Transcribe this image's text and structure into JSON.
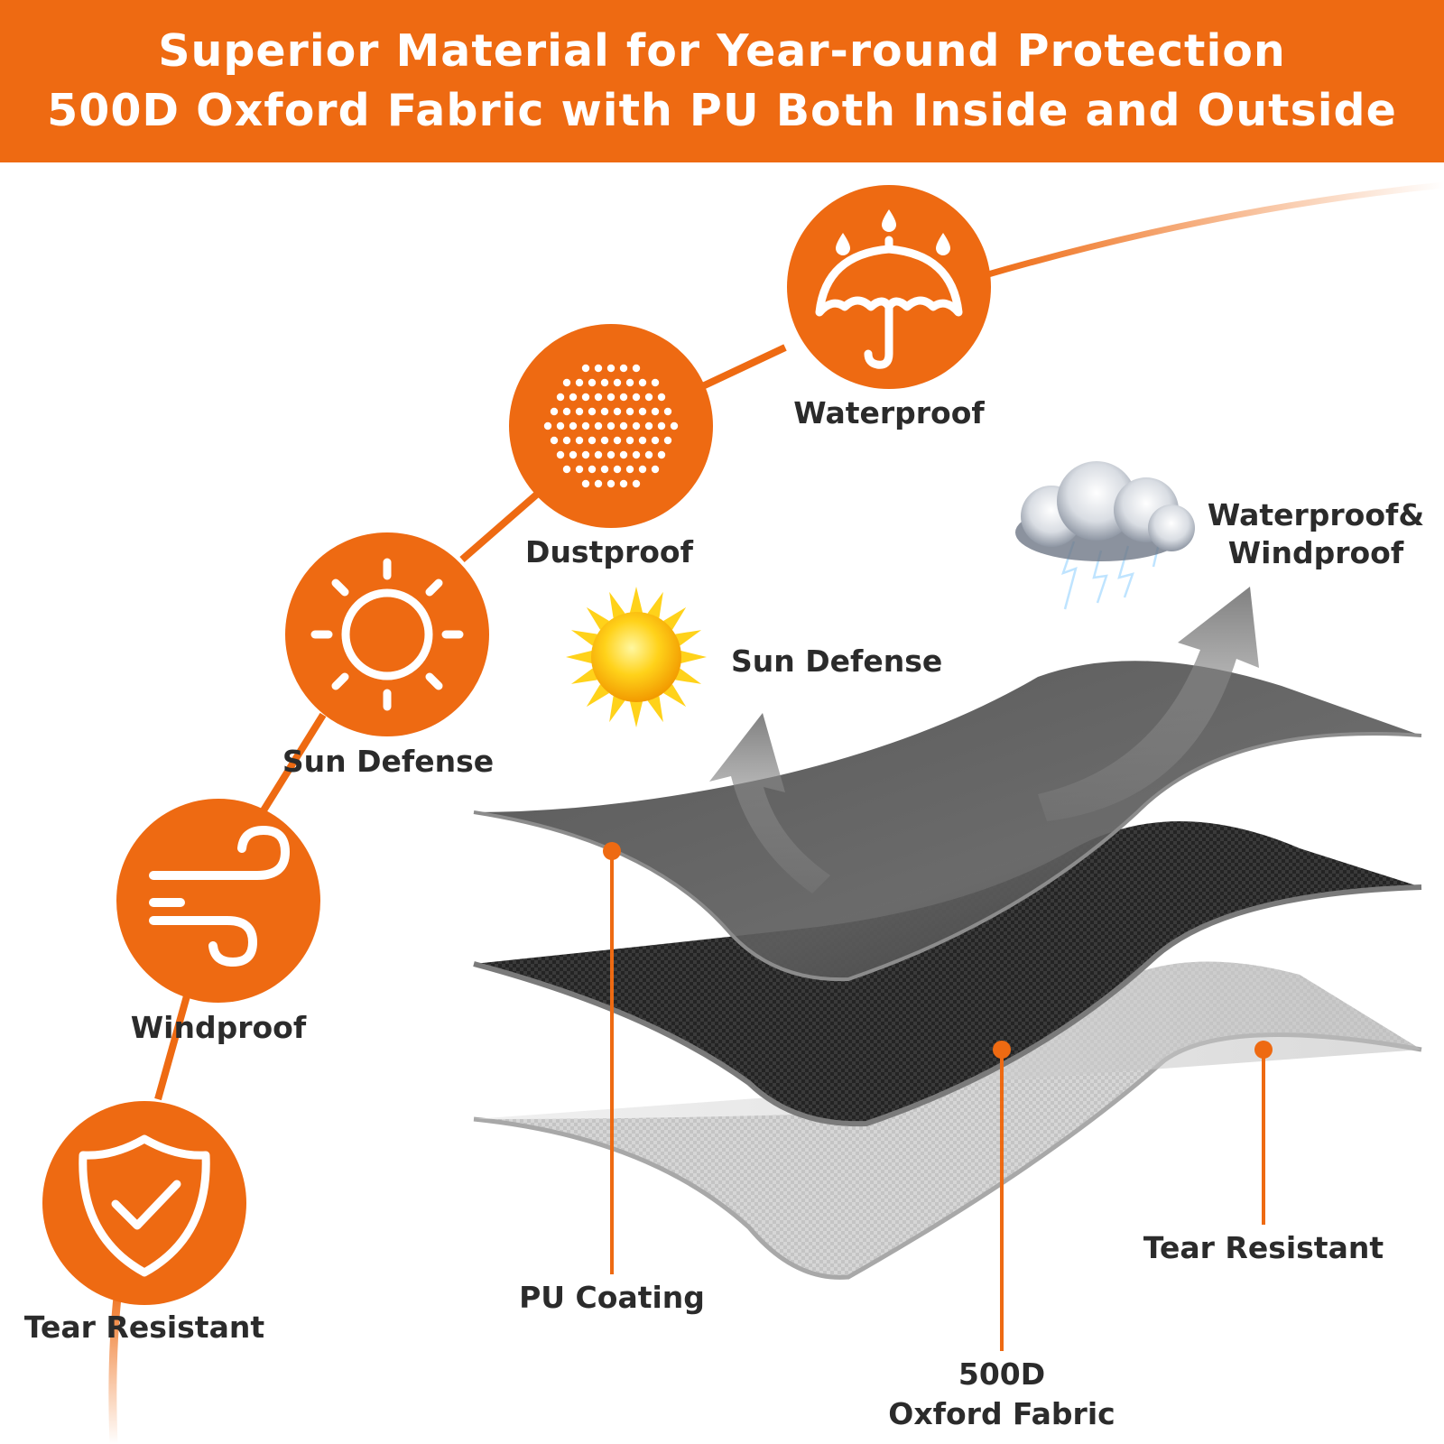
{
  "header": {
    "line1": "Superior Material for Year-round Protection",
    "line2": "500D Oxford Fabric with PU Both Inside and Outside"
  },
  "features": [
    {
      "label": "Waterproof",
      "icon": "umbrella-icon"
    },
    {
      "label": "Dustproof",
      "icon": "dust-dots-icon"
    },
    {
      "label": "Sun Defense",
      "icon": "sun-icon"
    },
    {
      "label": "Windproof",
      "icon": "wind-icon"
    },
    {
      "label": "Tear Resistant",
      "icon": "shield-check-icon"
    }
  ],
  "diagram": {
    "weather_label": "Waterproof& Windproof",
    "sun_label": "Sun Defense",
    "layers": {
      "pu_coating": "PU Coating",
      "oxford_line1": "500D",
      "oxford_line2": "Oxford Fabric",
      "tear_resistant": "Tear Resistant"
    }
  },
  "colors": {
    "accent": "#ee6a12",
    "text": "#2b2b2b"
  }
}
